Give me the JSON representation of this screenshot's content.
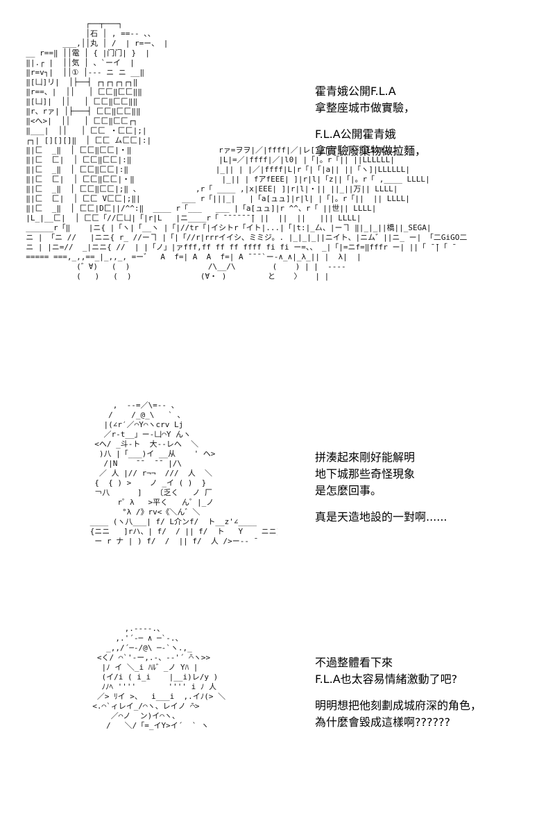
{
  "captions": [
    {
      "paragraphs": [
        [
          "霍青娥公開F.L.A",
          "拿整座城市做實驗，"
        ],
        [
          "F.L.A公開霍青娥",
          "拿實驗廢棄物做拉麵，"
        ]
      ]
    },
    {
      "paragraphs": [
        [
          "拼湊起來剛好能解明",
          "地下城那些奇怪現象",
          "是怎麼回事。"
        ],
        [
          "真是天造地設的一對啊......"
        ]
      ]
    },
    {
      "paragraphs": [
        [
          "不過整體看下來",
          "F.L.A也太容易情緒激動了吧?"
        ],
        [
          "明明想把他刻劃成城府深的角色，",
          "為什麼會毀成這樣啊??????"
        ]
      ]
    }
  ],
  "signs": {
    "tower_sign": [
      "石",
      "丸",
      "電",
      "気",
      "①"
    ],
    "shop_sign_1": "万",
    "shop_sign_2": "世",
    "shop_sign_3": "橋",
    "shop_sign_4": "SEGA",
    "shop_sign_5": "GiGO"
  },
  "art": {
    "city": [
      "               ┌──┬───┐",
      "               │石 │ , ==-- 、、",
      "          ___,││丸 │ /  | r=ー、 |",
      "  __ r==‖ ││電 │ { |门门| }  |",
      "  ‖|.┌ |  ││気 │ 、`ーイ  |",
      "  ‖r=v┐|  ││① │--- ニ ニ __‖",
      "  ‖[凵]リ|  │├──┤ ┌┐┌┐┌┐┌┐‖",
      "  ‖r==、|  ││   │ 匚匚‖匚匚‖‖",
      "  ‖[凵]|  ││   │ 匚匚‖匚匚‖‖",
      "  ‖r、rァ| │├───┤ 匚匚‖匚匚‖‖",
      "  ‖<へ>|  ││   │ 匚匚‖匚匚┌┐",
      "  ‖___|  ││   │ 匚匚 ・匚匚|;|",
      "  ┌┐| [][][]‖  │ 匚匚 ム匚匚|:|",
      "  ‖|匚  _‖  │ 匚匚‖匚匚|・‖                   rァ=ヲヲ|／|ffff|／|レ[ ||  |「ヽ]|LLLLLL|",
      "  ‖|匚  匚|  │ 匚匚‖匚匚|:‖                   |L|=／|ffff|／|l0| |「|。r「|| ||LLLLLL|",
      "  ‖|匚  _‖  │ 匚匚‖匚匚|:‖                   |_|| | |／|ffff|L|r「|「|a|| ||「ヽ]|LLLLLL|",
      "  ‖|匚  匚|  │ 匚匚‖匚匚|・‖                   |_|| | fアfEEE| ]|r|l|「z||「|。r「 ,____ LLLL|",
      "  ‖|匚  _‖  │ 匚匚‖匚匚|;‖ 、            ,r「 ____ ,|x|EEE| ]|r|l|・|| ||_||万|| LLLL|",
      "  ‖|匚  匚|  │ 匚匚 V匚匚|;‖|         ___ r「|||_|   |「a[ュュ]|r|l| |「|。r「||  || LLLL|",
      "  ‖|匚  _‖  │ 匚匚|D匚||/^^:‖  ____ r「___   ___ |「a[ュュ]|r ^^、r「 ||世|| LLLL|",
      "  |L_|__匚|  │ 匚匚「//匚凵|「|r|L   |ニ____r「 ̄ ̄ ̄ ̄ ̄ ̄ ̄| ||  ||  ||   ||| LLLL|",
      "  ______r「‖    |ニ{ |「ヽ|「__ヽ |「|//tr「|イシトr「イト|...|「|t:|_厶、|ーヿ ‖|_|_||橋||_SEGA|",
      "  ニ | 「ニ //   |ニニ{ r_ //ーヿ |「|「//r|rrrイイシ、ミミジ。. |_|_|_||ニイト、|ニム゛||ニ_ ー| 「二GiGO二",
      "  ニ | |ニ=//  _|ニニ{ //  | |「ノ」|ァfff,ff ff ff ffff fi fi ー=、、 _|「|=ニf=‖fffr ー| ||「 ̄ ̄|「 ̄",
      "  ===== ===,_,,==_|_,,_, =ー゛  A  f=| A  A  f=| A ̄ ̄ ̄ `ー-∧_∧|_λ_|| |  λ|  |",
      "             (゛∀)   (  )                 /\\__/\\        (    ) | |  ‐‐‐‐",
      "             (   )   (  )               (∀・ )         と    〉   | |"
    ],
    "character_1": [
      "              ,  --=／\\=-- 、",
      "             /    /_@_\\   ` 、",
      "            |(∠r′／⌒Y⌒ヽcrv Lj",
      "            ／r‐t__」ー‐凵⌒Y んヽ",
      "          <へ/ _斗-ト  大-‐レへ  ＼",
      "           )八 |「___)イ __从    ' ヘ>",
      "            /|N    ̄ ̄   ̄ ̄  |/\\",
      "           ／ 人 |// r¬¬  ///  人  ＼",
      "          {  { ) >    ノ _イ ( )  }",
      "          ￢八      ]   〔乏く   ノ 厂",
      "               r゜λ   >平く   ん゜|_ノ",
      "                °λ /》rv<《＼ん゛＼",
      "         ____ (ヽ八___| f/ L介ンf/  ト__z'∠____",
      "         {ニニ   ]rハ、| f/  / || f/  ト   Y    ニニ}",
      "          ー r ナ | ) f/  /  || f/  人 />ー‐‐ ̄"
    ],
    "character_2": [
      "         ,.-‐‐-.、",
      "       ,.'´-─ ∧ ─`‐.、",
      "     _,,/´─‐/@\\ ─‐`ヽ.,_",
      "   <く/ ⌒`'‐ー,.-、-‐'´ ̄⌒ヽ>>",
      "    |ﾉ イ ＼_i ﾊﾙ゛_ノ Yﾊ |",
      "    (イ/i ( i_i    |__i)レ/y )",
      "    ﾉﾉﾍ ''''       '''' i ﾉ 人",
      "   ／> ﾘイ >、  i___i  ,.イﾉ(> ＼",
      "  <.⌒`ィレイ_/⌒ヽ、レイノ ̄⌒>",
      "      ／⌒ノ  ン)イ⌒ヽ、",
      "     /   ＼/「=_イY>イ´  ` ヽ"
    ]
  }
}
